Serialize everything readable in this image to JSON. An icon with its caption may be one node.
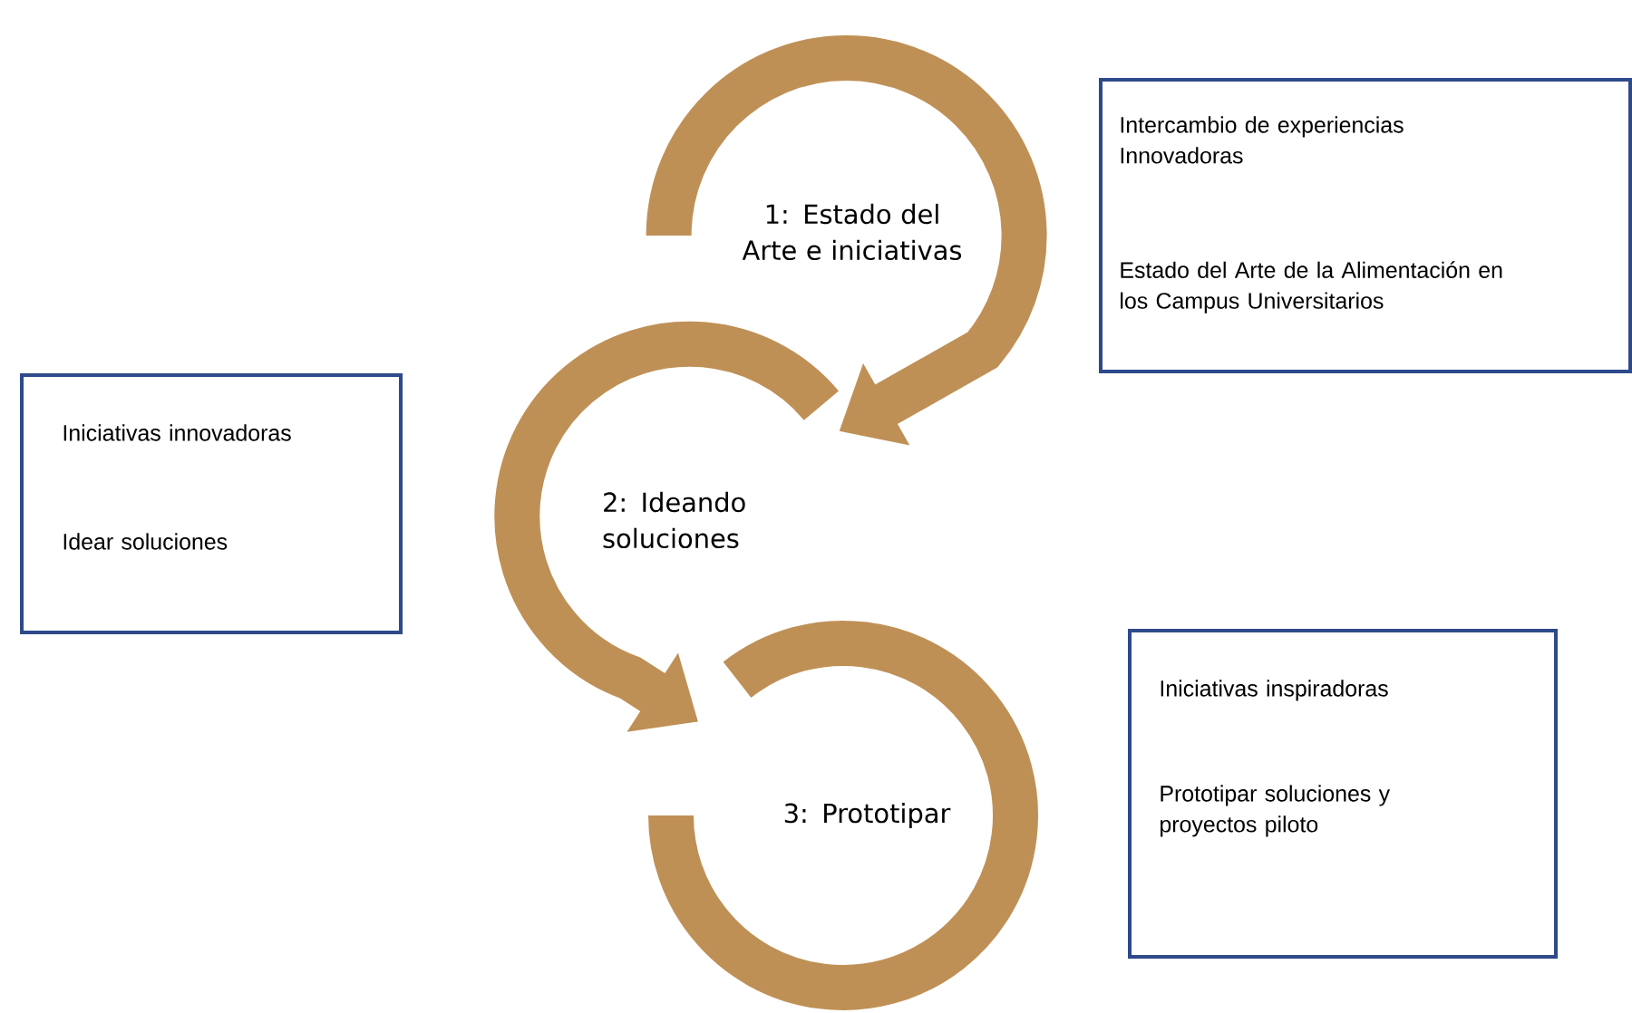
{
  "diagram": {
    "nodes": [
      {
        "text": [
          "1: Estado del Arte e iniciativas"
        ]
      },
      {
        "text": [
          "2: Ideando soluciones"
        ]
      },
      {
        "text": [
          "3: Prototipar"
        ]
      },
      {
        "text": [
          "Intercambio de experiencias Innovadoras",
          "Estado del Arte de la Alimentación en los Campus Universitarios"
        ]
      },
      {
        "text": [
          "Iniciativas innovadoras",
          "Idear soluciones"
        ]
      },
      {
        "text": [
          "Iniciativas inspiradoras",
          "Prototipar soluciones y proyectos piloto"
        ]
      }
    ],
    "edges": [
      {
        "from": 0,
        "to": 1,
        "arrow": "to"
      },
      {
        "from": 1,
        "to": 2,
        "arrow": "to"
      }
    ]
  }
}
